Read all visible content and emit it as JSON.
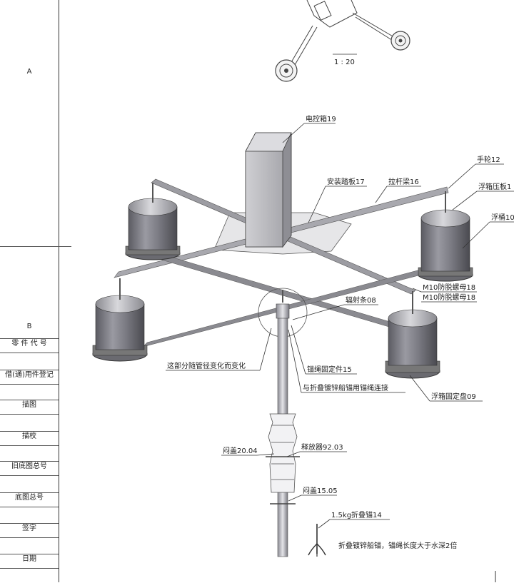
{
  "sidebar": {
    "zone_a": "A",
    "zone_b": "B",
    "rows": [
      "零 件 代 号",
      "借(通)用件登记",
      "描图",
      "描校",
      "旧底图总号",
      "底图总号",
      "签字",
      "日期"
    ]
  },
  "scale_label": "1 : 20",
  "callouts": {
    "control_box": "电控箱19",
    "handwheel": "手轮12",
    "tie_beam": "拉杆梁16",
    "step_plate": "安装踏板17",
    "float_cover": "浮箱压板1",
    "float_drum": "浮桶10",
    "nut_a": "M10防脱螺母18",
    "nut_b": "M10防脱螺母18",
    "radial_bar": "辐射条08",
    "mount_disc": "浮箱固定盘09",
    "anchor_fixer": "锚绳固定件15",
    "pipe_note": "这部分随管径变化而变化",
    "rope_note": "与折叠镀锌船锚用锚绳连接",
    "valve_cap_1": "闷盖20.04",
    "release": "释放器92.03",
    "valve_cap_2": "闷盖15.05",
    "anchor": "1.5kg折叠锚14",
    "anchor_note": "折叠镀锌船锚，锚绳长度大于水深2倍"
  }
}
